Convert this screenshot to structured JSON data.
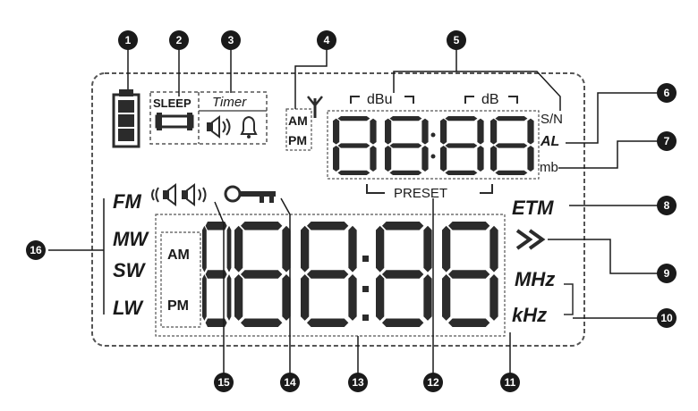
{
  "labels": {
    "sleep": "SLEEP",
    "timer": "Timer",
    "am_small": "AM",
    "pm_small": "PM",
    "dbu": "dBu",
    "db": "dB",
    "sn": "S/N",
    "al": "AL",
    "mb": "mb",
    "preset": "PRESET",
    "etm": "ETM",
    "fm": "FM",
    "mw": "MW",
    "sw": "SW",
    "lw": "LW",
    "am_big": "AM",
    "pm_big": "PM",
    "mhz": "MHz",
    "khz": "kHz",
    "arrows": "»"
  },
  "callouts": [
    {
      "n": "1"
    },
    {
      "n": "2"
    },
    {
      "n": "3"
    },
    {
      "n": "4"
    },
    {
      "n": "5"
    },
    {
      "n": "6"
    },
    {
      "n": "7"
    },
    {
      "n": "8"
    },
    {
      "n": "9"
    },
    {
      "n": "10"
    },
    {
      "n": "11"
    },
    {
      "n": "12"
    },
    {
      "n": "13"
    },
    {
      "n": "14"
    },
    {
      "n": "15"
    },
    {
      "n": "16"
    }
  ],
  "colors": {
    "ink": "#1a1a1a",
    "segment": "#2b2b2b",
    "background": "#ffffff"
  },
  "icons": [
    "battery-icon",
    "bed-icon",
    "speaker-icon",
    "bell-icon",
    "antenna-icon",
    "key-icon",
    "loudspeaker-icon",
    "fast-forward-icon"
  ]
}
